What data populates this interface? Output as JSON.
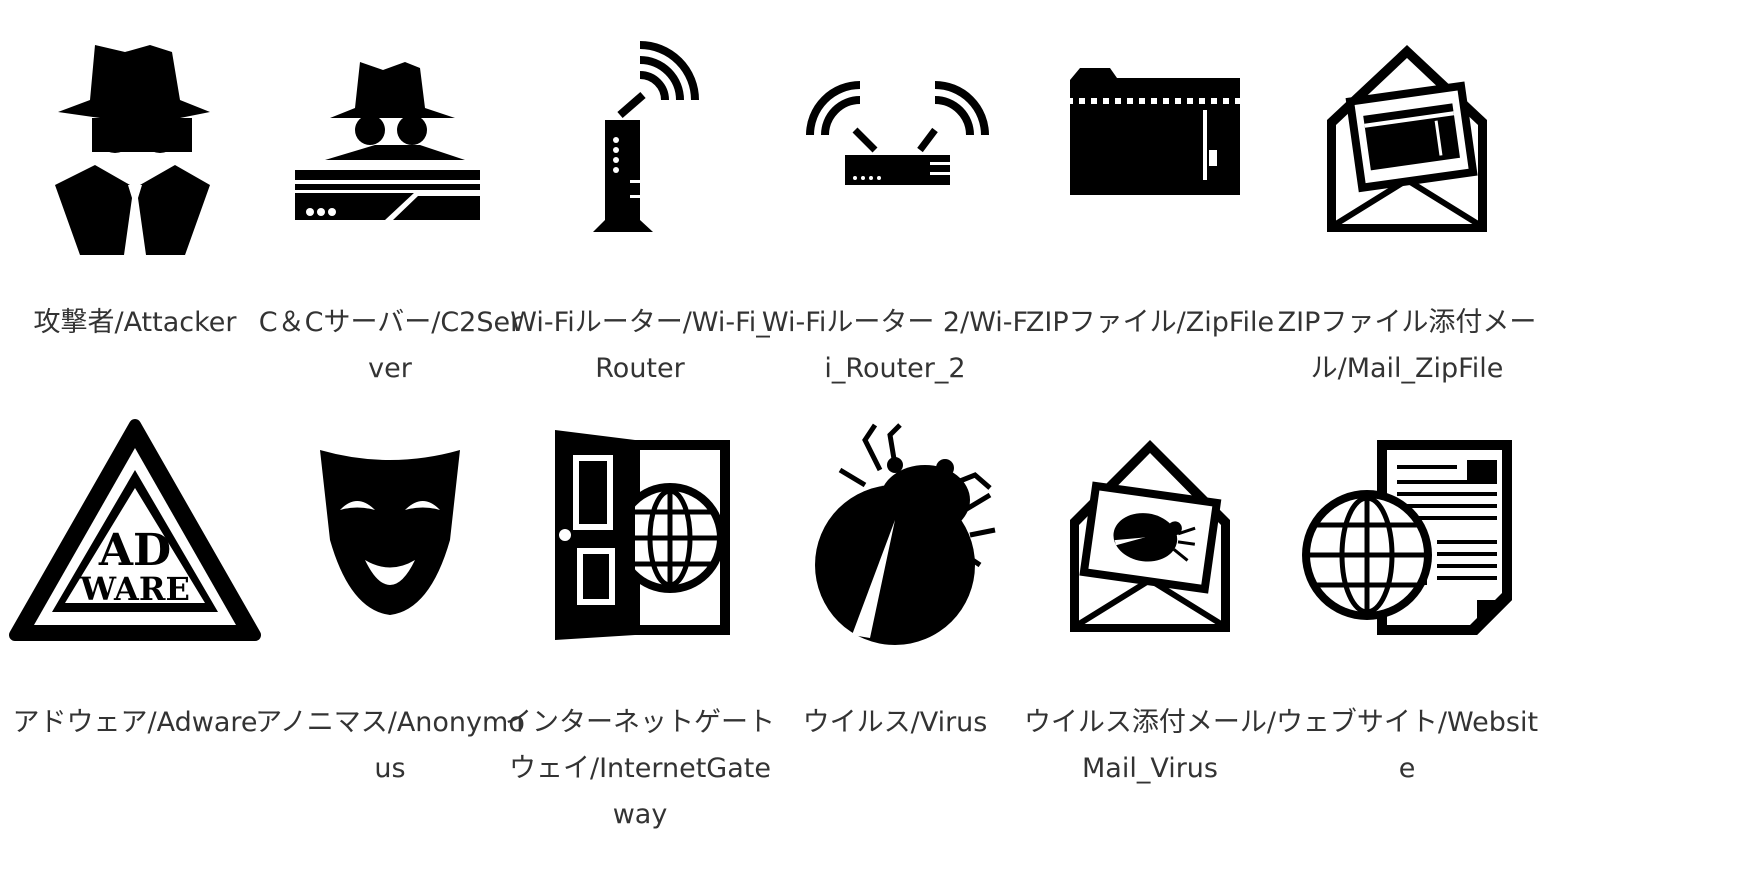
{
  "icons": [
    {
      "name": "attacker-icon",
      "label": "攻撃者/Attacker"
    },
    {
      "name": "c2-server-icon",
      "label": "C＆Cサーバー/C2Server"
    },
    {
      "name": "wifi-router-icon",
      "label": "Wi-Fiルーター/Wi-Fi_Router"
    },
    {
      "name": "wifi-router-2-icon",
      "label": "Wi-Fiルーター 2/Wi-Fi_Router_2"
    },
    {
      "name": "zip-file-icon",
      "label": "ZIPファイル/ZipFile"
    },
    {
      "name": "mail-zipfile-icon",
      "label": "ZIPファイル添付メール/Mail_ZipFile"
    },
    {
      "name": "adware-icon",
      "label": "アドウェア/Adware"
    },
    {
      "name": "anonymous-icon",
      "label": "アノニマス/Anonymous"
    },
    {
      "name": "internet-gateway-icon",
      "label": "インターネットゲートウェイ/InternetGateway"
    },
    {
      "name": "virus-icon",
      "label": "ウイルス/Virus"
    },
    {
      "name": "mail-virus-icon",
      "label": "ウイルス添付メール/Mail_Virus"
    },
    {
      "name": "website-icon",
      "label": "ウェブサイト/Website"
    }
  ],
  "adware_text": {
    "line1": "AD",
    "line2": "WARE"
  }
}
